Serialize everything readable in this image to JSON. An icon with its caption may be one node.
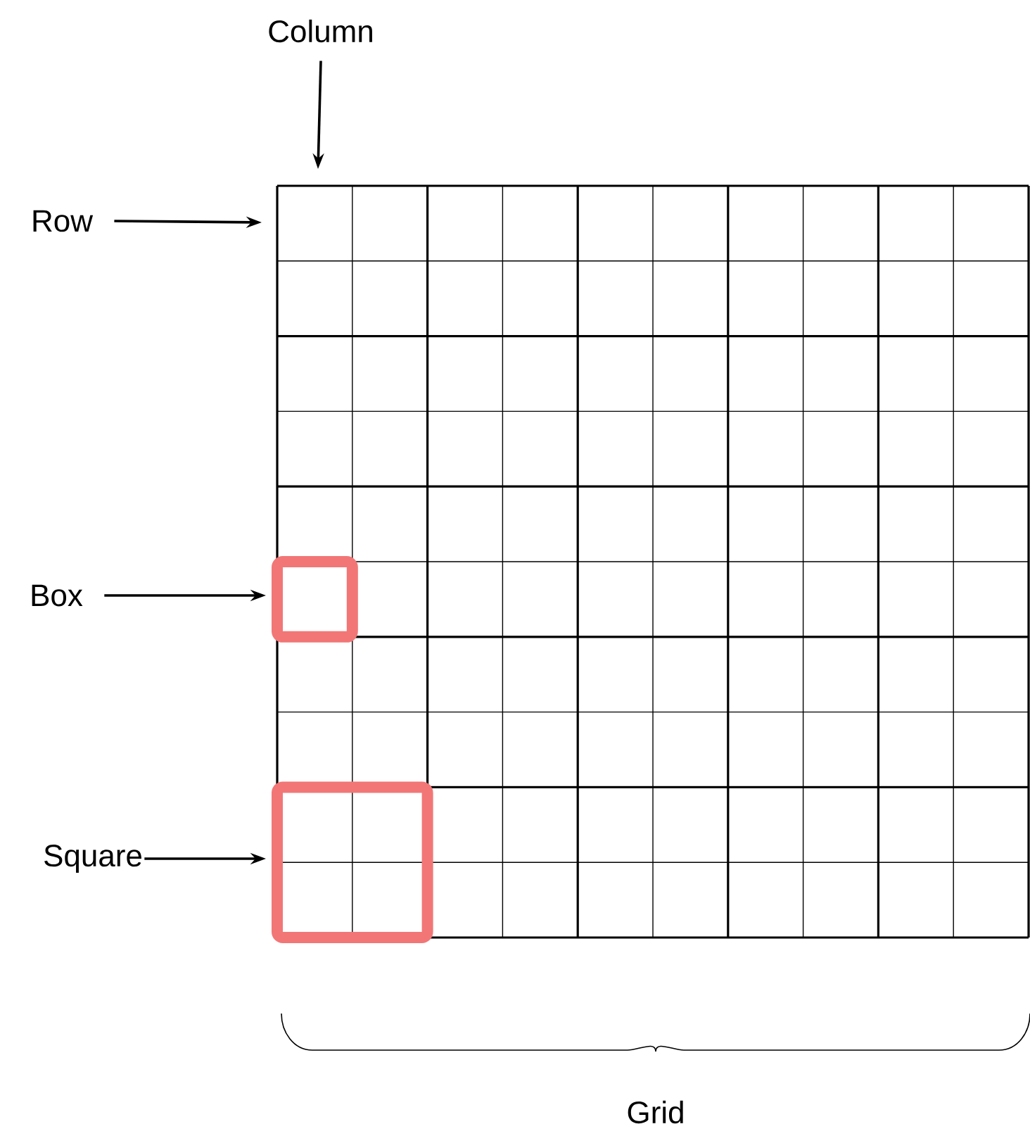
{
  "diagram": {
    "nodes": [
      {
        "text": [
          "Column"
        ]
      },
      {
        "text": [
          "Row"
        ]
      },
      {
        "text": [
          "Box"
        ]
      },
      {
        "text": [
          "Square"
        ]
      },
      {
        "text": [],
        "shape": "box"
      },
      {
        "text": [],
        "shape": "box"
      }
    ],
    "edges": [
      {
        "from": 0,
        "to": null,
        "arrow": "to"
      },
      {
        "from": 1,
        "to": null,
        "arrow": "to"
      },
      {
        "from": 2,
        "to": 4,
        "arrow": "to"
      },
      {
        "from": 3,
        "to": 5,
        "arrow": "to"
      }
    ],
    "labels": [
      "Grid"
    ]
  }
}
